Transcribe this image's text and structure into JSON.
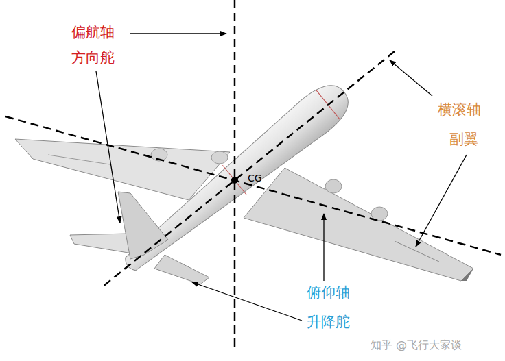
{
  "diagram": {
    "labels": [
      "偏航轴",
      "方向舵",
      "横滚轴",
      "副翼",
      "俯仰轴",
      "升降舵",
      "CG",
      "知乎 @飞行大家谈"
    ]
  }
}
